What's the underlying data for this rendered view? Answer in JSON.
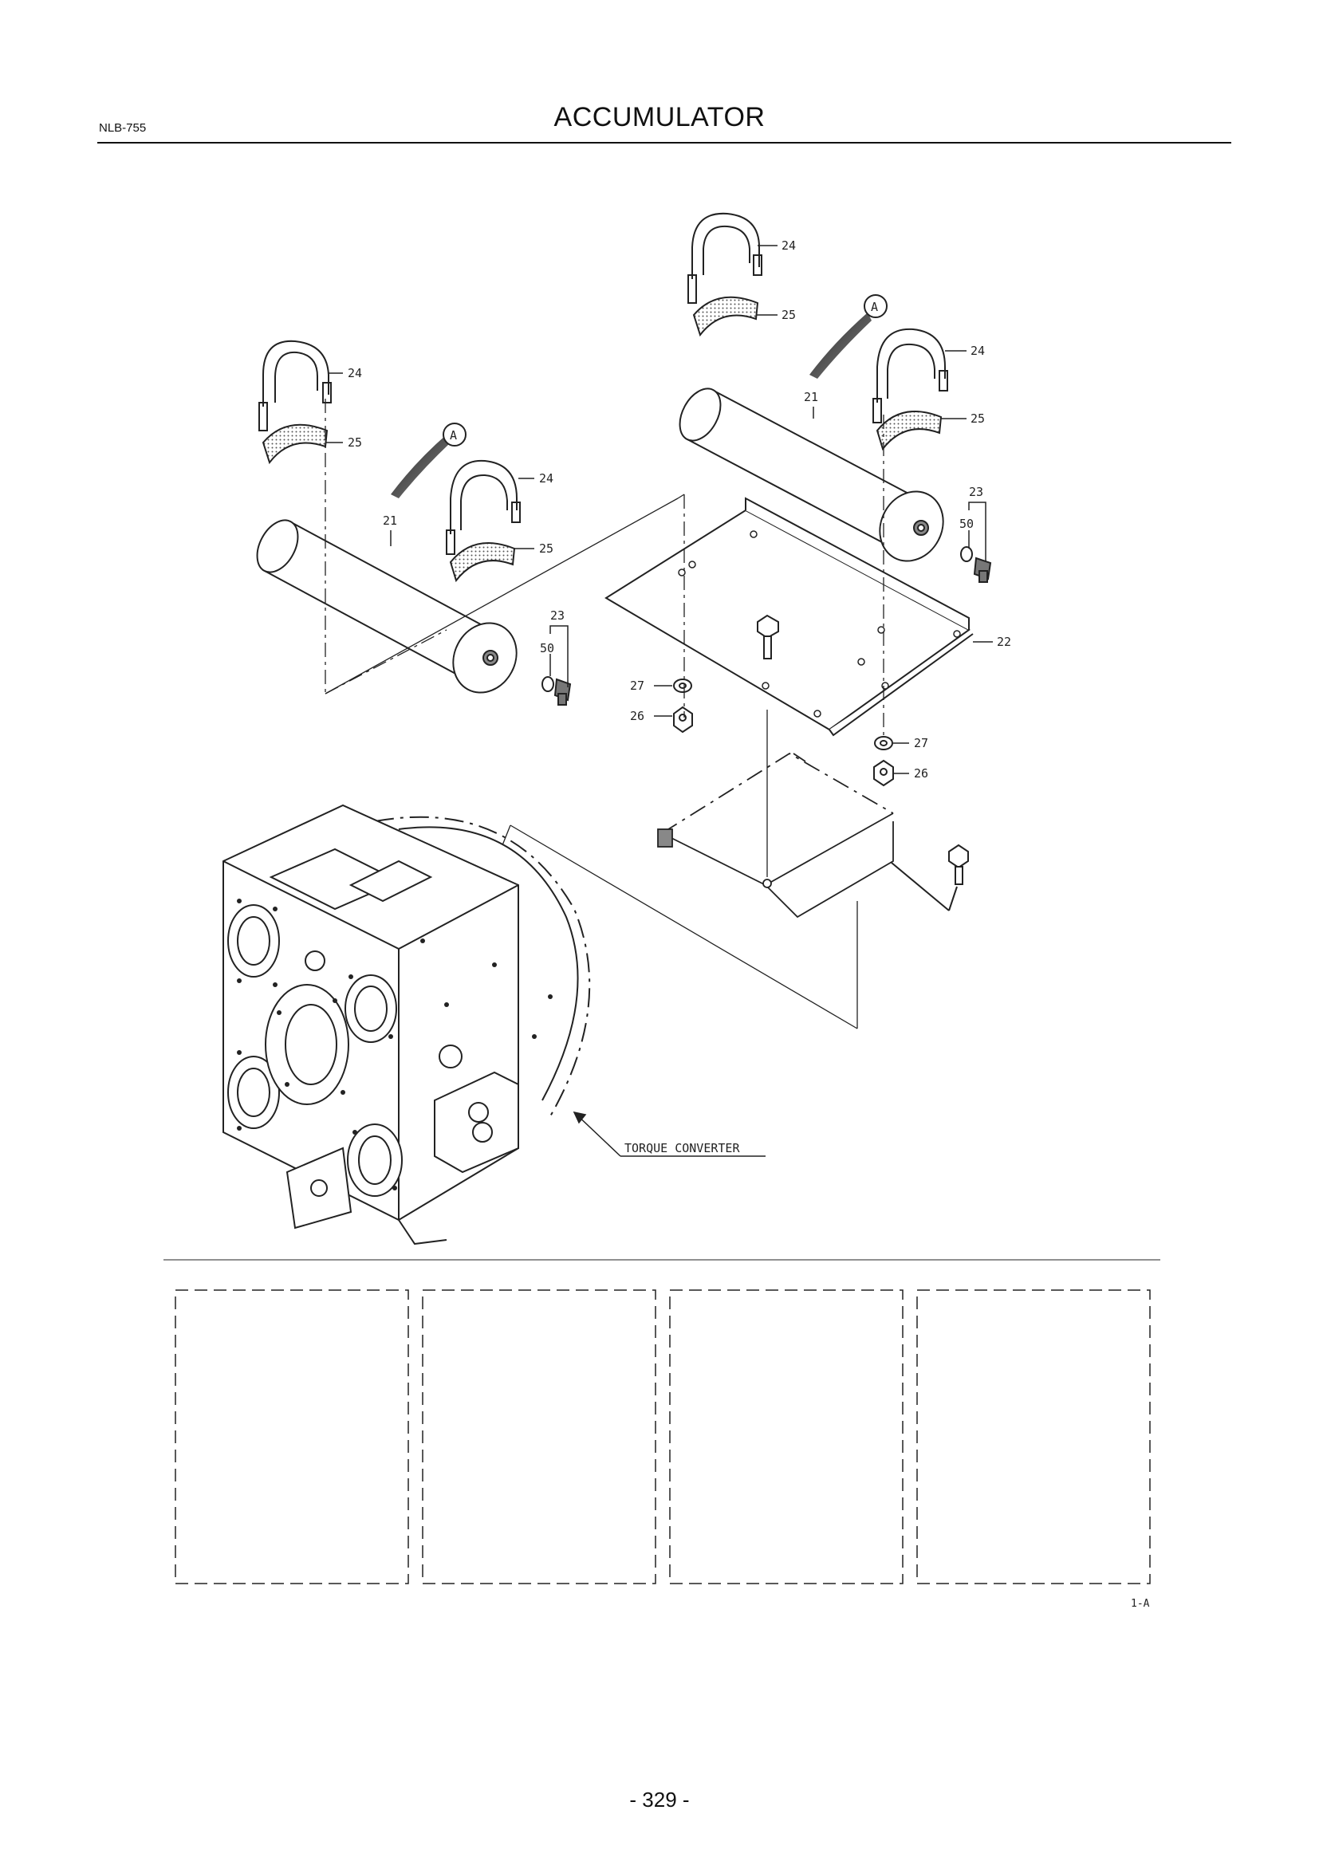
{
  "header": {
    "doc_code": "NLB-755",
    "title": "ACCUMULATOR"
  },
  "callouts": {
    "p24": "24",
    "p25": "25",
    "p21": "21",
    "p23": "23",
    "p50": "50",
    "p22": "22",
    "p27": "27",
    "p26": "26",
    "view_a": "A",
    "torque_converter": "TORQUE CONVERTER"
  },
  "sheet_ref": "1-A",
  "page_number": "- 329 -"
}
